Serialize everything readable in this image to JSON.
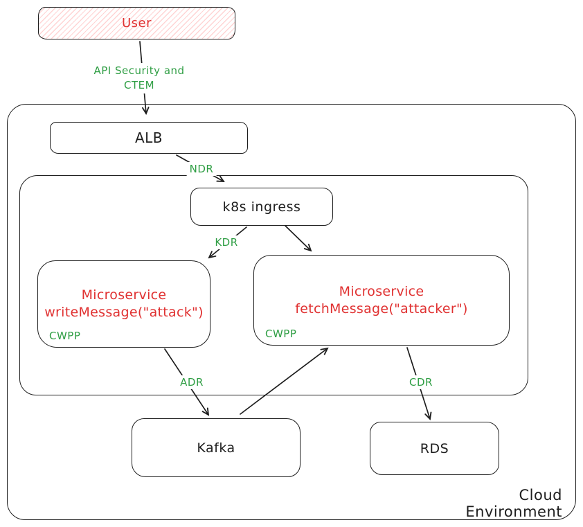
{
  "colors": {
    "stroke": "#1e1e1e",
    "accent_red": "#e03131",
    "accent_green": "#2f9e44",
    "user_fill": "#ffc9c9"
  },
  "nodes": {
    "user": {
      "label": "User"
    },
    "alb": {
      "label": "ALB"
    },
    "k8s_ingress": {
      "label": "k8s ingress"
    },
    "ms_write": {
      "title": "Microservice",
      "subtitle": "writeMessage(\"attack\")",
      "badge": "CWPP"
    },
    "ms_fetch": {
      "title": "Microservice",
      "subtitle": "fetchMessage(\"attacker\")",
      "badge": "CWPP"
    },
    "kafka": {
      "label": "Kafka"
    },
    "rds": {
      "label": "RDS"
    }
  },
  "containers": {
    "cloud": {
      "label": "Cloud Environment"
    }
  },
  "edge_labels": {
    "user_alb": "API Security and CTEM",
    "alb_ingress": "NDR",
    "ingress_ms_write": "KDR",
    "ms_write_kafka": "ADR",
    "ms_fetch_rds": "CDR"
  }
}
